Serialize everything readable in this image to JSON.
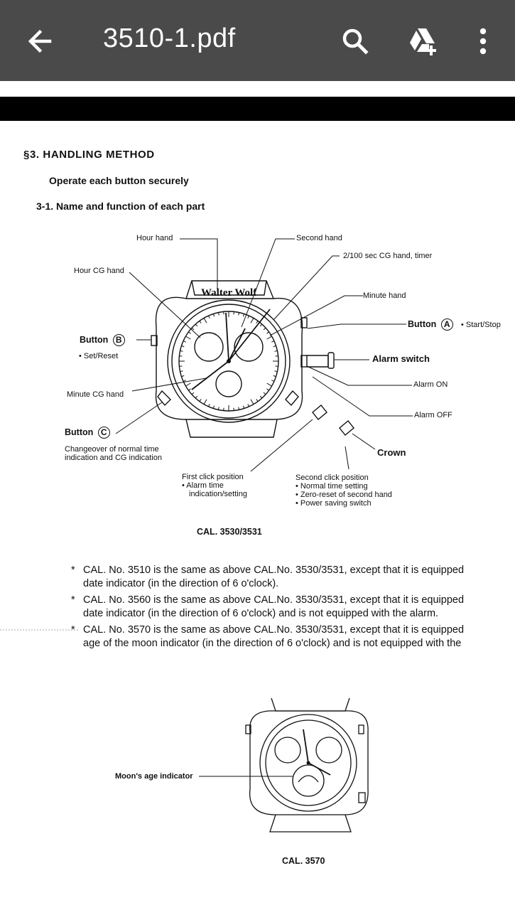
{
  "app_bar": {
    "title": "3510-1.pdf",
    "back_icon": "arrow-left-icon",
    "search_icon": "search-icon",
    "drive_icon": "google-drive-add-icon",
    "more_icon": "more-vert-icon",
    "background": "#4a4a4a"
  },
  "document": {
    "section_heading": "§3.  HANDLING METHOD",
    "operate_text": "Operate each button securely",
    "subsection": "3-1.  Name and function of each part",
    "diagram1": {
      "brand": "Walter Wolf",
      "hour_hand": "Hour hand",
      "second_hand": "Second hand",
      "cg_hand_timer": "2/100 sec CG hand, timer",
      "hour_cg_hand": "Hour CG hand",
      "minute_hand": "Minute hand",
      "button_a": "Button",
      "button_a_letter": "A",
      "start_stop": "• Start/Stop",
      "button_b": "Button",
      "button_b_letter": "B",
      "set_reset": "• Set/Reset",
      "alarm_switch": "Alarm switch",
      "alarm_on": "Alarm ON",
      "minute_cg_hand": "Minute CG hand",
      "alarm_off": "Alarm OFF",
      "button_c": "Button",
      "button_c_letter": "C",
      "changeover_1": "Changeover of normal time",
      "changeover_2": "indication and CG indication",
      "crown": "Crown",
      "first_click": "First click position",
      "first_click_1": "• Alarm time",
      "first_click_2": "indication/setting",
      "second_click": "Second click position",
      "second_click_1": "• Normal time setting",
      "second_click_2": "• Zero-reset of second hand",
      "second_click_3": "• Power saving switch",
      "caption": "CAL. 3530/3531"
    },
    "notes": [
      {
        "star": "*",
        "line1": "CAL. No. 3510 is the same as above CAL.No. 3530/3531, except that it is equipped",
        "line2": "date indicator (in the direction of 6 o'clock)."
      },
      {
        "star": "*",
        "line1": "CAL. No. 3560 is the same as above CAL.No. 3530/3531, except that it is equipped",
        "line2": "date indicator (in the direction of 6 o'clock) and is not equipped with the alarm."
      },
      {
        "star": "*",
        "line1": "CAL. No. 3570 is the same as above CAL.No. 3530/3531, except that it is equipped",
        "line2": "age of the moon indicator (in the direction of 6 o'clock) and is not equipped with the"
      }
    ],
    "diagram2": {
      "moon_label": "Moon's age indicator",
      "caption": "CAL. 3570"
    }
  }
}
